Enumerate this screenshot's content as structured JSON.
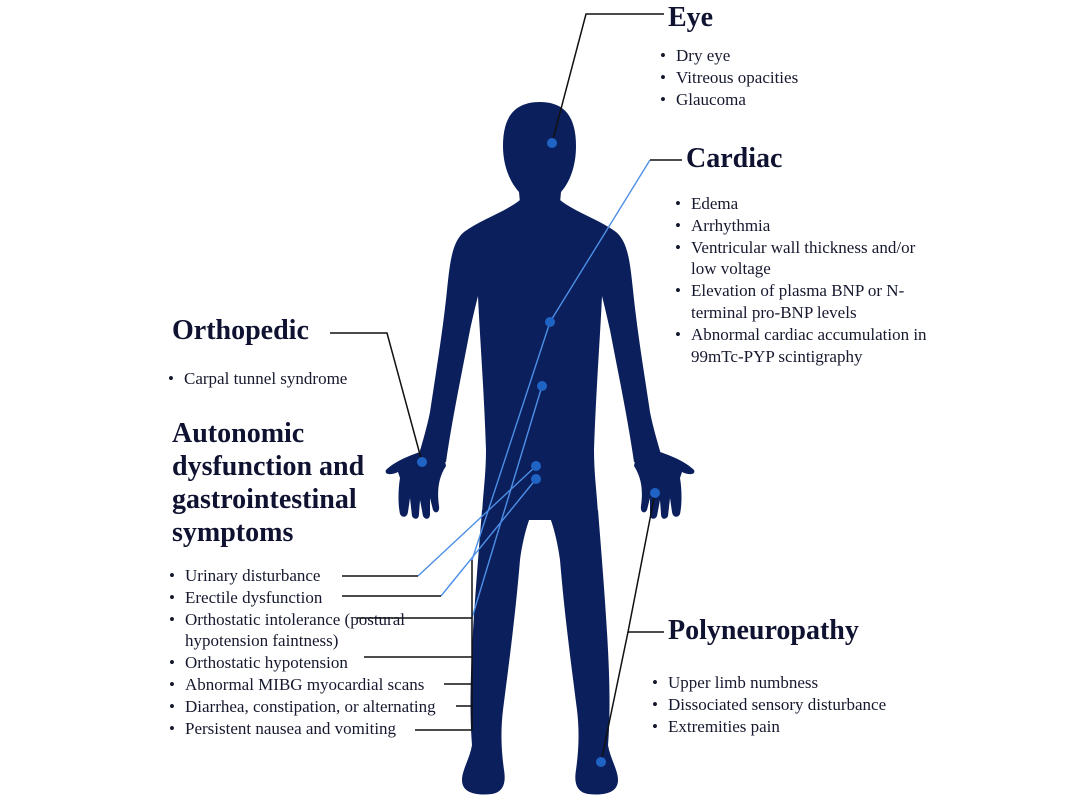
{
  "colors": {
    "body": "#0b1f5c",
    "marker": "#1f63c4",
    "leader_dark": "#111111",
    "leader_light": "#4d8fe6"
  },
  "sections": {
    "eye": {
      "title": "Eye",
      "items": [
        "Dry eye",
        "Vitreous opacities",
        "Glaucoma"
      ]
    },
    "cardiac": {
      "title": "Cardiac",
      "items": [
        "Edema",
        "Arrhythmia",
        "Ventricular wall thickness and/or low voltage",
        "Elevation of plasma BNP or N-terminal pro-BNP levels",
        "Abnormal cardiac accumulation in 99mTc-PYP scintigraphy"
      ]
    },
    "orthopedic": {
      "title": "Orthopedic",
      "items": [
        "Carpal tunnel syndrome"
      ]
    },
    "autonomic": {
      "title": "Autonomic dysfunction and gastrointestinal symptoms",
      "items": [
        "Urinary disturbance",
        "Erectile dysfunction",
        "Orthostatic intolerance (postural hypotension faintness)",
        "Orthostatic hypotension",
        "Abnormal MIBG myocardial scans",
        "Diarrhea, constipation, or alternating",
        "Persistent nausea and vomiting"
      ]
    },
    "polyneuropathy": {
      "title": "Polyneuropathy",
      "items": [
        "Upper limb numbness",
        "Dissociated sensory disturbance",
        "Extremities pain"
      ]
    }
  }
}
